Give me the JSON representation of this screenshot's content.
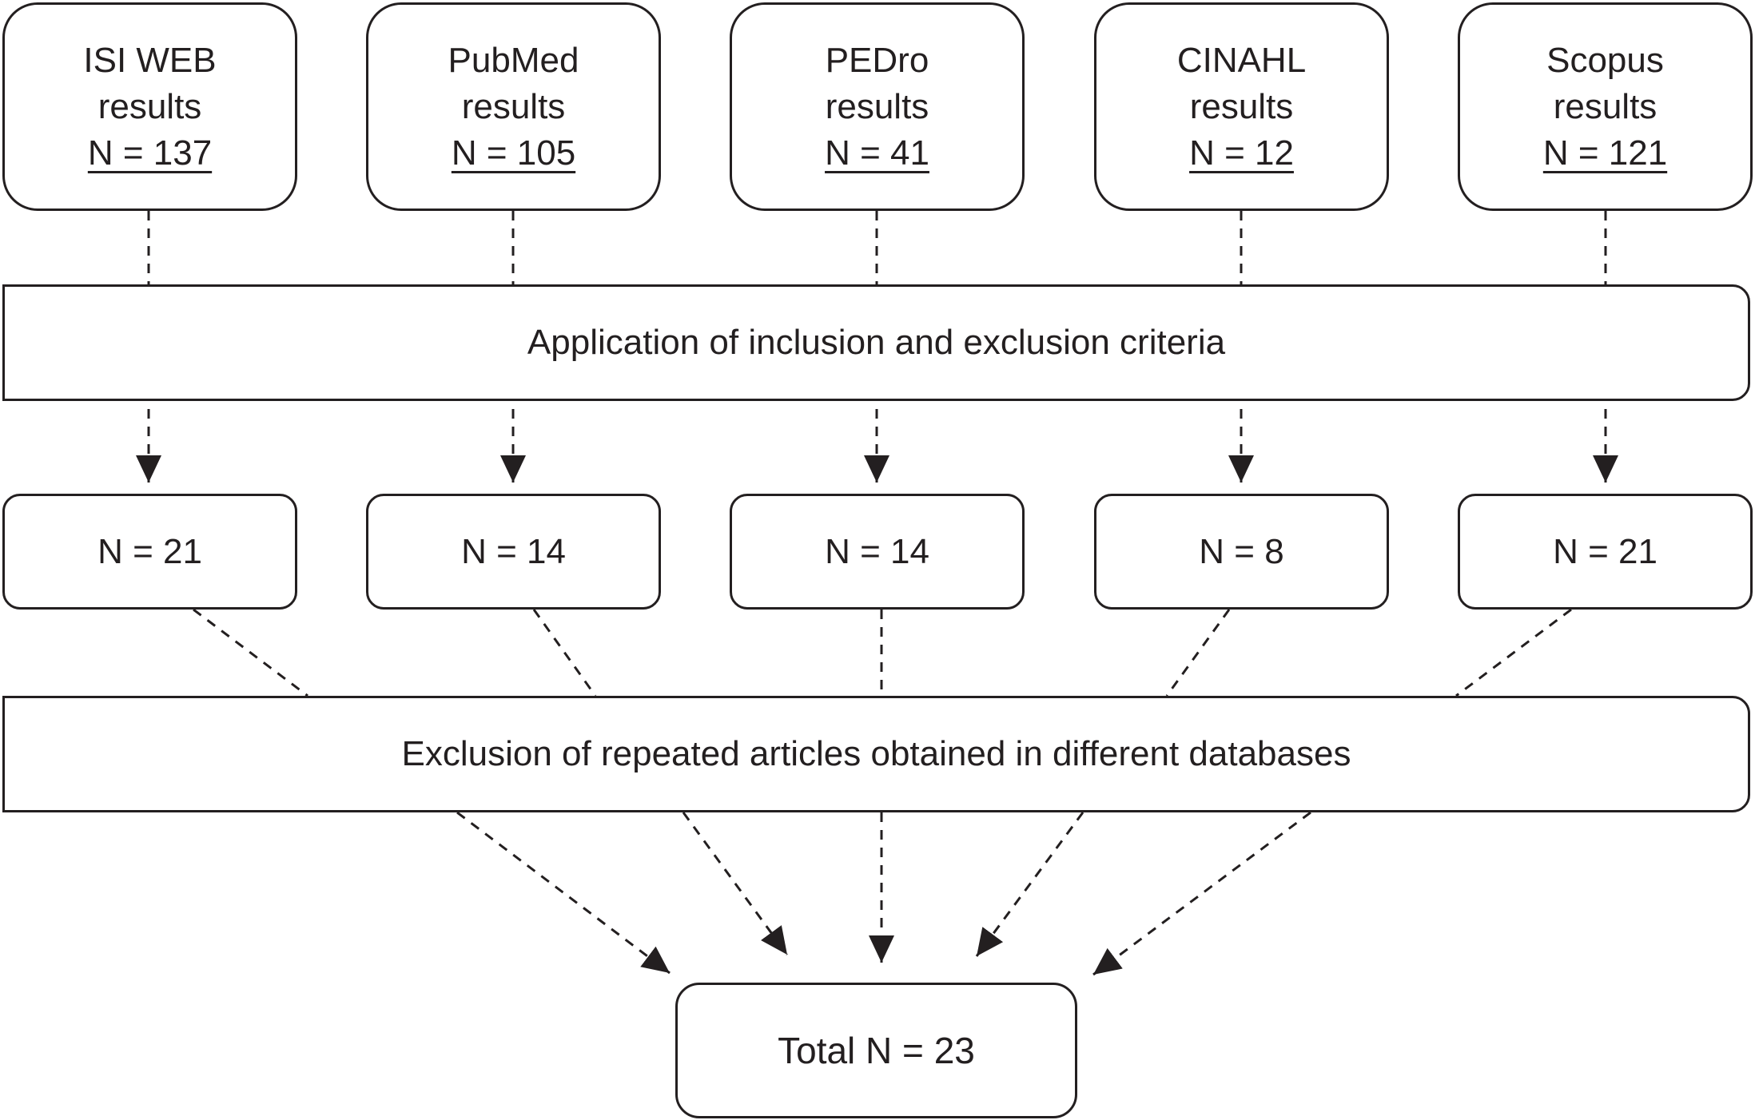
{
  "databases": [
    {
      "name": "ISI WEB",
      "label": "results",
      "count": "N = 137"
    },
    {
      "name": "PubMed",
      "label": "results",
      "count": "N = 105"
    },
    {
      "name": "PEDro",
      "label": "results",
      "count": "N = 41"
    },
    {
      "name": "CINAHL",
      "label": "results",
      "count": "N = 12"
    },
    {
      "name": "Scopus",
      "label": "results",
      "count": "N = 121"
    }
  ],
  "criteria_step": "Application of inclusion and exclusion criteria",
  "filtered_results": [
    "N = 21",
    "N = 14",
    "N = 14",
    "N = 8",
    "N = 21"
  ],
  "dedup_step": "Exclusion of repeated articles obtained in different databases",
  "total": "Total N = 23",
  "colors": {
    "line": "#231f20",
    "background": "#ffffff"
  }
}
